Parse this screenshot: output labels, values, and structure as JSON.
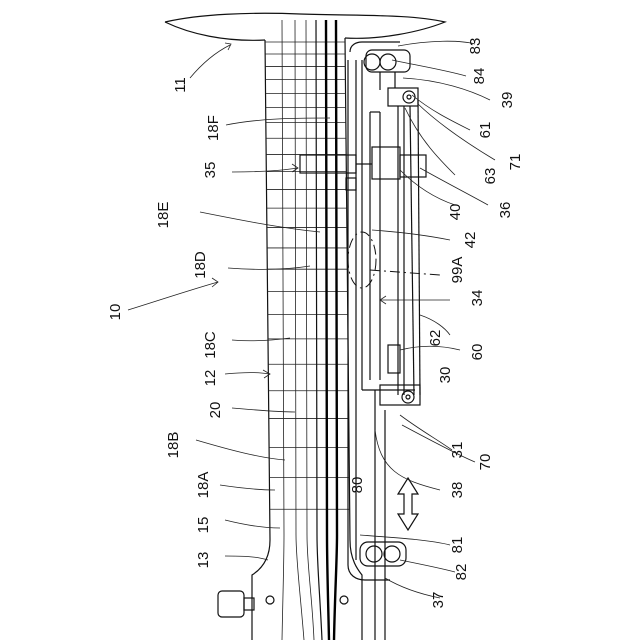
{
  "labels": [
    {
      "id": "l11",
      "text": "11"
    },
    {
      "id": "l83",
      "text": "83"
    },
    {
      "id": "l84",
      "text": "84"
    },
    {
      "id": "l39",
      "text": "39"
    },
    {
      "id": "l61",
      "text": "61"
    },
    {
      "id": "l71",
      "text": "71"
    },
    {
      "id": "l63",
      "text": "63"
    },
    {
      "id": "l36",
      "text": "36"
    },
    {
      "id": "l40",
      "text": "40"
    },
    {
      "id": "l42",
      "text": "42"
    },
    {
      "id": "l18F",
      "text": "18F"
    },
    {
      "id": "l35",
      "text": "35"
    },
    {
      "id": "l18E",
      "text": "18E"
    },
    {
      "id": "l18D",
      "text": "18D"
    },
    {
      "id": "l99A",
      "text": "99A"
    },
    {
      "id": "l34",
      "text": "34"
    },
    {
      "id": "l10",
      "text": "10"
    },
    {
      "id": "l62",
      "text": "62"
    },
    {
      "id": "l18C",
      "text": "18C"
    },
    {
      "id": "l60",
      "text": "60"
    },
    {
      "id": "l12",
      "text": "12"
    },
    {
      "id": "l30",
      "text": "30"
    },
    {
      "id": "l20",
      "text": "20"
    },
    {
      "id": "l31",
      "text": "31"
    },
    {
      "id": "l70",
      "text": "70"
    },
    {
      "id": "l18B",
      "text": "18B"
    },
    {
      "id": "l80",
      "text": "80"
    },
    {
      "id": "l38",
      "text": "38"
    },
    {
      "id": "l18A",
      "text": "18A"
    },
    {
      "id": "l15",
      "text": "15"
    },
    {
      "id": "l81",
      "text": "81"
    },
    {
      "id": "l13",
      "text": "13"
    },
    {
      "id": "l82",
      "text": "82"
    },
    {
      "id": "l37",
      "text": "37"
    }
  ]
}
